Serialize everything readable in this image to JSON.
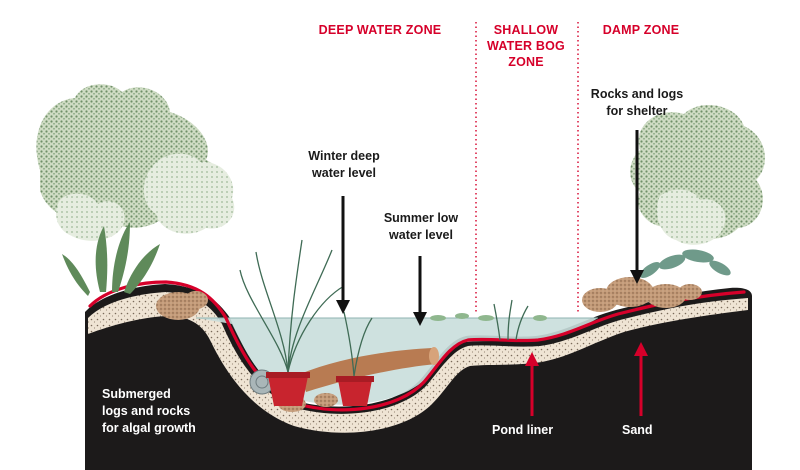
{
  "zones": {
    "deep": "DEEP WATER ZONE",
    "shallow": [
      "SHALLOW",
      "WATER BOG",
      "ZONE"
    ],
    "damp": "DAMP ZONE"
  },
  "labels": {
    "winter": [
      "Winter deep",
      "water level"
    ],
    "summer": [
      "Summer low",
      "water level"
    ],
    "rocks_logs": [
      "Rocks and logs",
      "for shelter"
    ],
    "submerged": [
      "Submerged",
      "logs and rocks",
      "for algal growth"
    ],
    "pond_liner": "Pond liner",
    "sand": "Sand"
  },
  "colors": {
    "zone_text": "#d6002a",
    "liner": "#d6002a",
    "earth": "#1c1a1a",
    "sand": "#ece0cf",
    "water": "#c9dedc",
    "foliage": "#7a9a72",
    "pot": "#c8242e",
    "rock": "#b48a6a"
  }
}
